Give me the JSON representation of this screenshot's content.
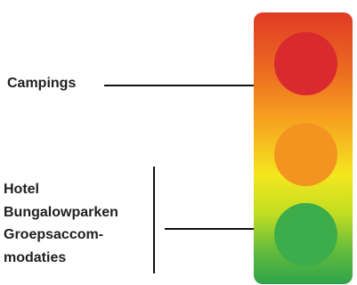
{
  "labels": {
    "top": "Campings",
    "bottom_lines": [
      "Hotel",
      "Bungalowparken",
      "Groepsaccom-",
      "modaties"
    ]
  },
  "traffic_light": {
    "lamp_colors": {
      "red": "#d92a2f",
      "orange": "#f39421",
      "green": "#3dac4a"
    },
    "gradient_colors": [
      "#e13a25",
      "#ec6d20",
      "#f7a31f",
      "#f3e81e",
      "#c2dd22",
      "#61bb3d",
      "#2fa44a"
    ]
  }
}
